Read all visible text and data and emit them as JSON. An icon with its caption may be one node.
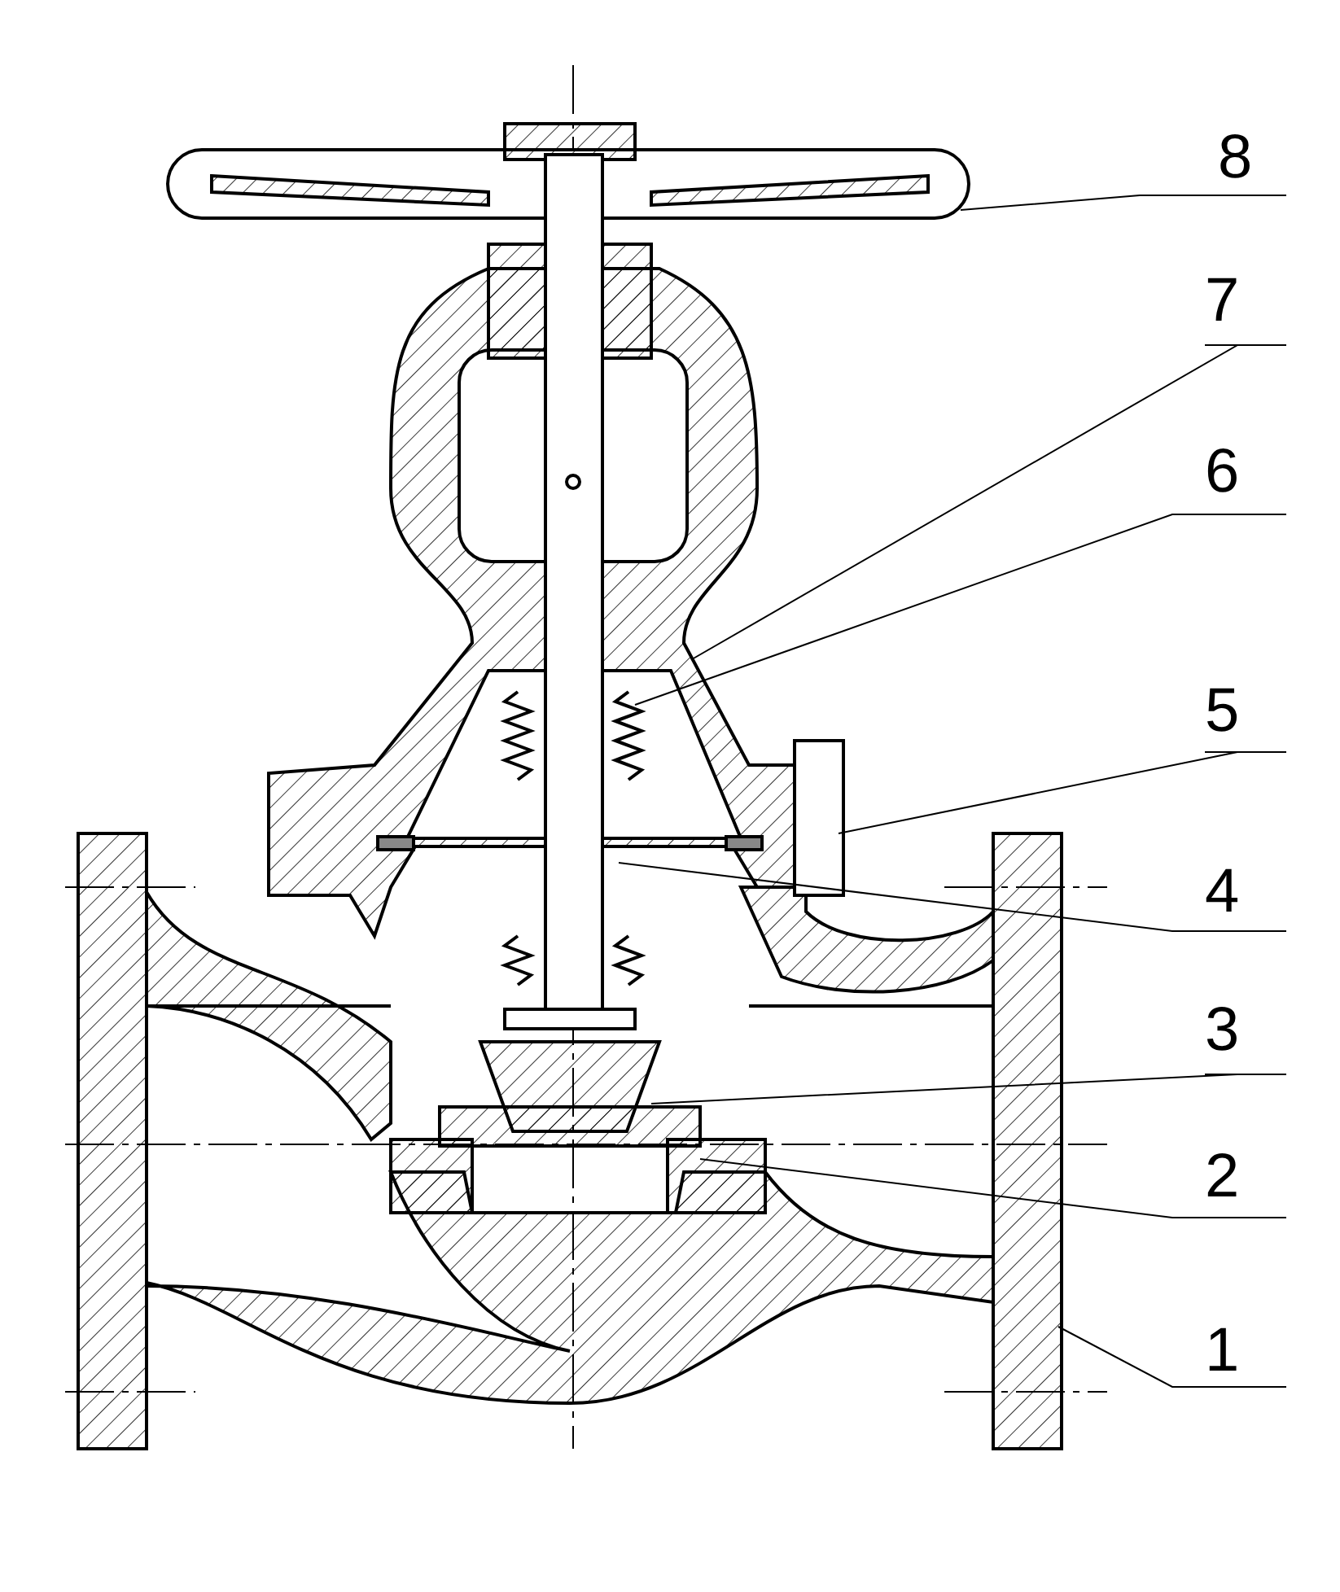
{
  "diagram": {
    "nodes": [
      {
        "text": [
          "8"
        ]
      },
      {
        "text": [
          "7"
        ]
      },
      {
        "text": [
          "6"
        ]
      },
      {
        "text": [
          "5"
        ]
      },
      {
        "text": [
          "4"
        ]
      },
      {
        "text": [
          "3"
        ]
      },
      {
        "text": [
          "2"
        ]
      },
      {
        "text": [
          "1"
        ]
      }
    ],
    "edges": [
      {
        "from": 0,
        "to": null,
        "arrow": "none"
      },
      {
        "from": 1,
        "to": null,
        "arrow": "none"
      },
      {
        "from": 2,
        "to": null,
        "arrow": "none"
      },
      {
        "from": 3,
        "to": null,
        "arrow": "none"
      },
      {
        "from": 4,
        "to": null,
        "arrow": "none"
      },
      {
        "from": 5,
        "to": null,
        "arrow": "none"
      },
      {
        "from": 6,
        "to": null,
        "arrow": "none"
      },
      {
        "from": 7,
        "to": null,
        "arrow": "none"
      }
    ]
  }
}
